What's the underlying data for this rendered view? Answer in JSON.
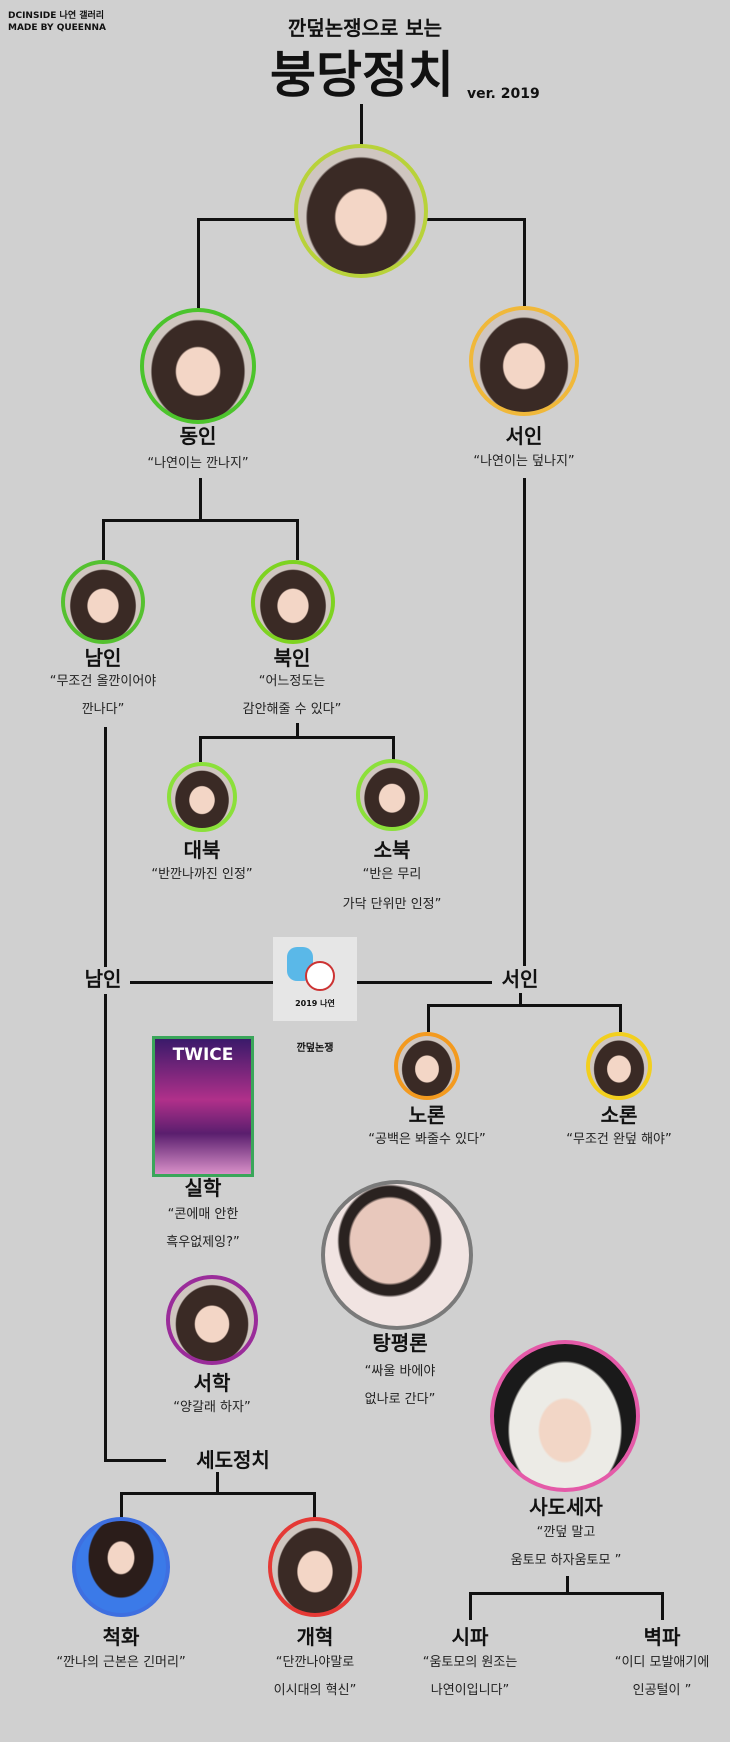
{
  "header": {
    "source": "DCINSIDE 나연 갤러리",
    "author": "MADE BY QUEENNA",
    "subtitle": "깐덮논쟁으로 보는",
    "title": "붕당정치",
    "version": "ver. 2019"
  },
  "nodes": {
    "dongin": {
      "name": "동인",
      "quote": [
        "“나연이는 깐나지”"
      ],
      "color": "#4cc42c"
    },
    "seoin": {
      "name": "서인",
      "quote": [
        "“나연이는 덮나지”"
      ],
      "color": "#f0b83a"
    },
    "namin": {
      "name": "남인",
      "quote": [
        "“무조건 올깐이어야",
        "깐나다”"
      ],
      "color": "#55c130"
    },
    "bukin": {
      "name": "북인",
      "quote": [
        "“어느정도는",
        "감안해줄 수 있다”"
      ],
      "color": "#7ed321"
    },
    "daebuk": {
      "name": "대북",
      "quote": [
        "“반깐나까진 인정”"
      ],
      "color": "#8be03a"
    },
    "sobuk": {
      "name": "소북",
      "quote": [
        "“반은 무리",
        "가닥 단위만 인정”"
      ],
      "color": "#8be03a"
    },
    "noron": {
      "name": "노론",
      "quote": [
        "“공백은 봐줄수 있다”"
      ],
      "color": "#f39a1f"
    },
    "soron": {
      "name": "소론",
      "quote": [
        "“무조건 완덮 해야”"
      ],
      "color": "#f2cf1e"
    },
    "silhak": {
      "name": "실학",
      "quote": [
        "“콘에매 안한",
        "흑우없제잉?”"
      ],
      "color": "#3aa65a",
      "poster_text": "TWICE"
    },
    "seohak": {
      "name": "서학",
      "quote": [
        "“양갈래 하자”"
      ],
      "color": "#9a2c9a"
    },
    "tangpyeong": {
      "name": "탕평론",
      "quote": [
        "“싸울 바에야",
        "없나로 간다”"
      ],
      "color": "#7a7a7a"
    },
    "sado": {
      "name": "사도세자",
      "quote": [
        "“깐덮 말고",
        "움토모 하자움토모 ”"
      ],
      "color": "#e45aa8"
    },
    "cheokhwa": {
      "name": "척화",
      "quote": [
        "“깐나의 근본은 긴머리”"
      ],
      "color": "#3e6fe0"
    },
    "gaehyeok": {
      "name": "개혁",
      "quote": [
        "“단깐나야말로",
        "이시대의 혁신”"
      ],
      "color": "#e53935"
    },
    "sipa": {
      "name": "시파",
      "quote": [
        "“움토모의 원조는",
        "나연이입니다”"
      ]
    },
    "byeokpa": {
      "name": "벽파",
      "quote": [
        "“이디 모발애기에",
        "인공털이 ”"
      ]
    }
  },
  "top_color": "#b8d23a",
  "junction": {
    "namin": "남인",
    "seoin": "서인",
    "sedo": "세도정치"
  },
  "album": {
    "caption": "깐덮논쟁",
    "year_text": "2019 나연"
  }
}
